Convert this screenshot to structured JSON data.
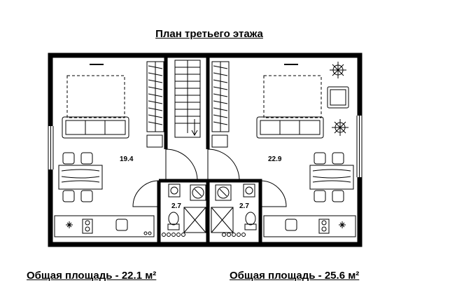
{
  "plan": {
    "title": "План третьего этажа",
    "rooms": [
      {
        "name": "room-left",
        "area": "19.4"
      },
      {
        "name": "room-right",
        "area": "22.9"
      },
      {
        "name": "bathroom-left",
        "area": "2.7"
      },
      {
        "name": "bathroom-right",
        "area": "2.7"
      }
    ],
    "totals": {
      "left": "Общая площадь - 22.1 м²",
      "right": "Общая площадь - 25.6 м²"
    }
  },
  "colors": {
    "wall": "#000000",
    "line": "#111111",
    "background": "#ffffff"
  }
}
